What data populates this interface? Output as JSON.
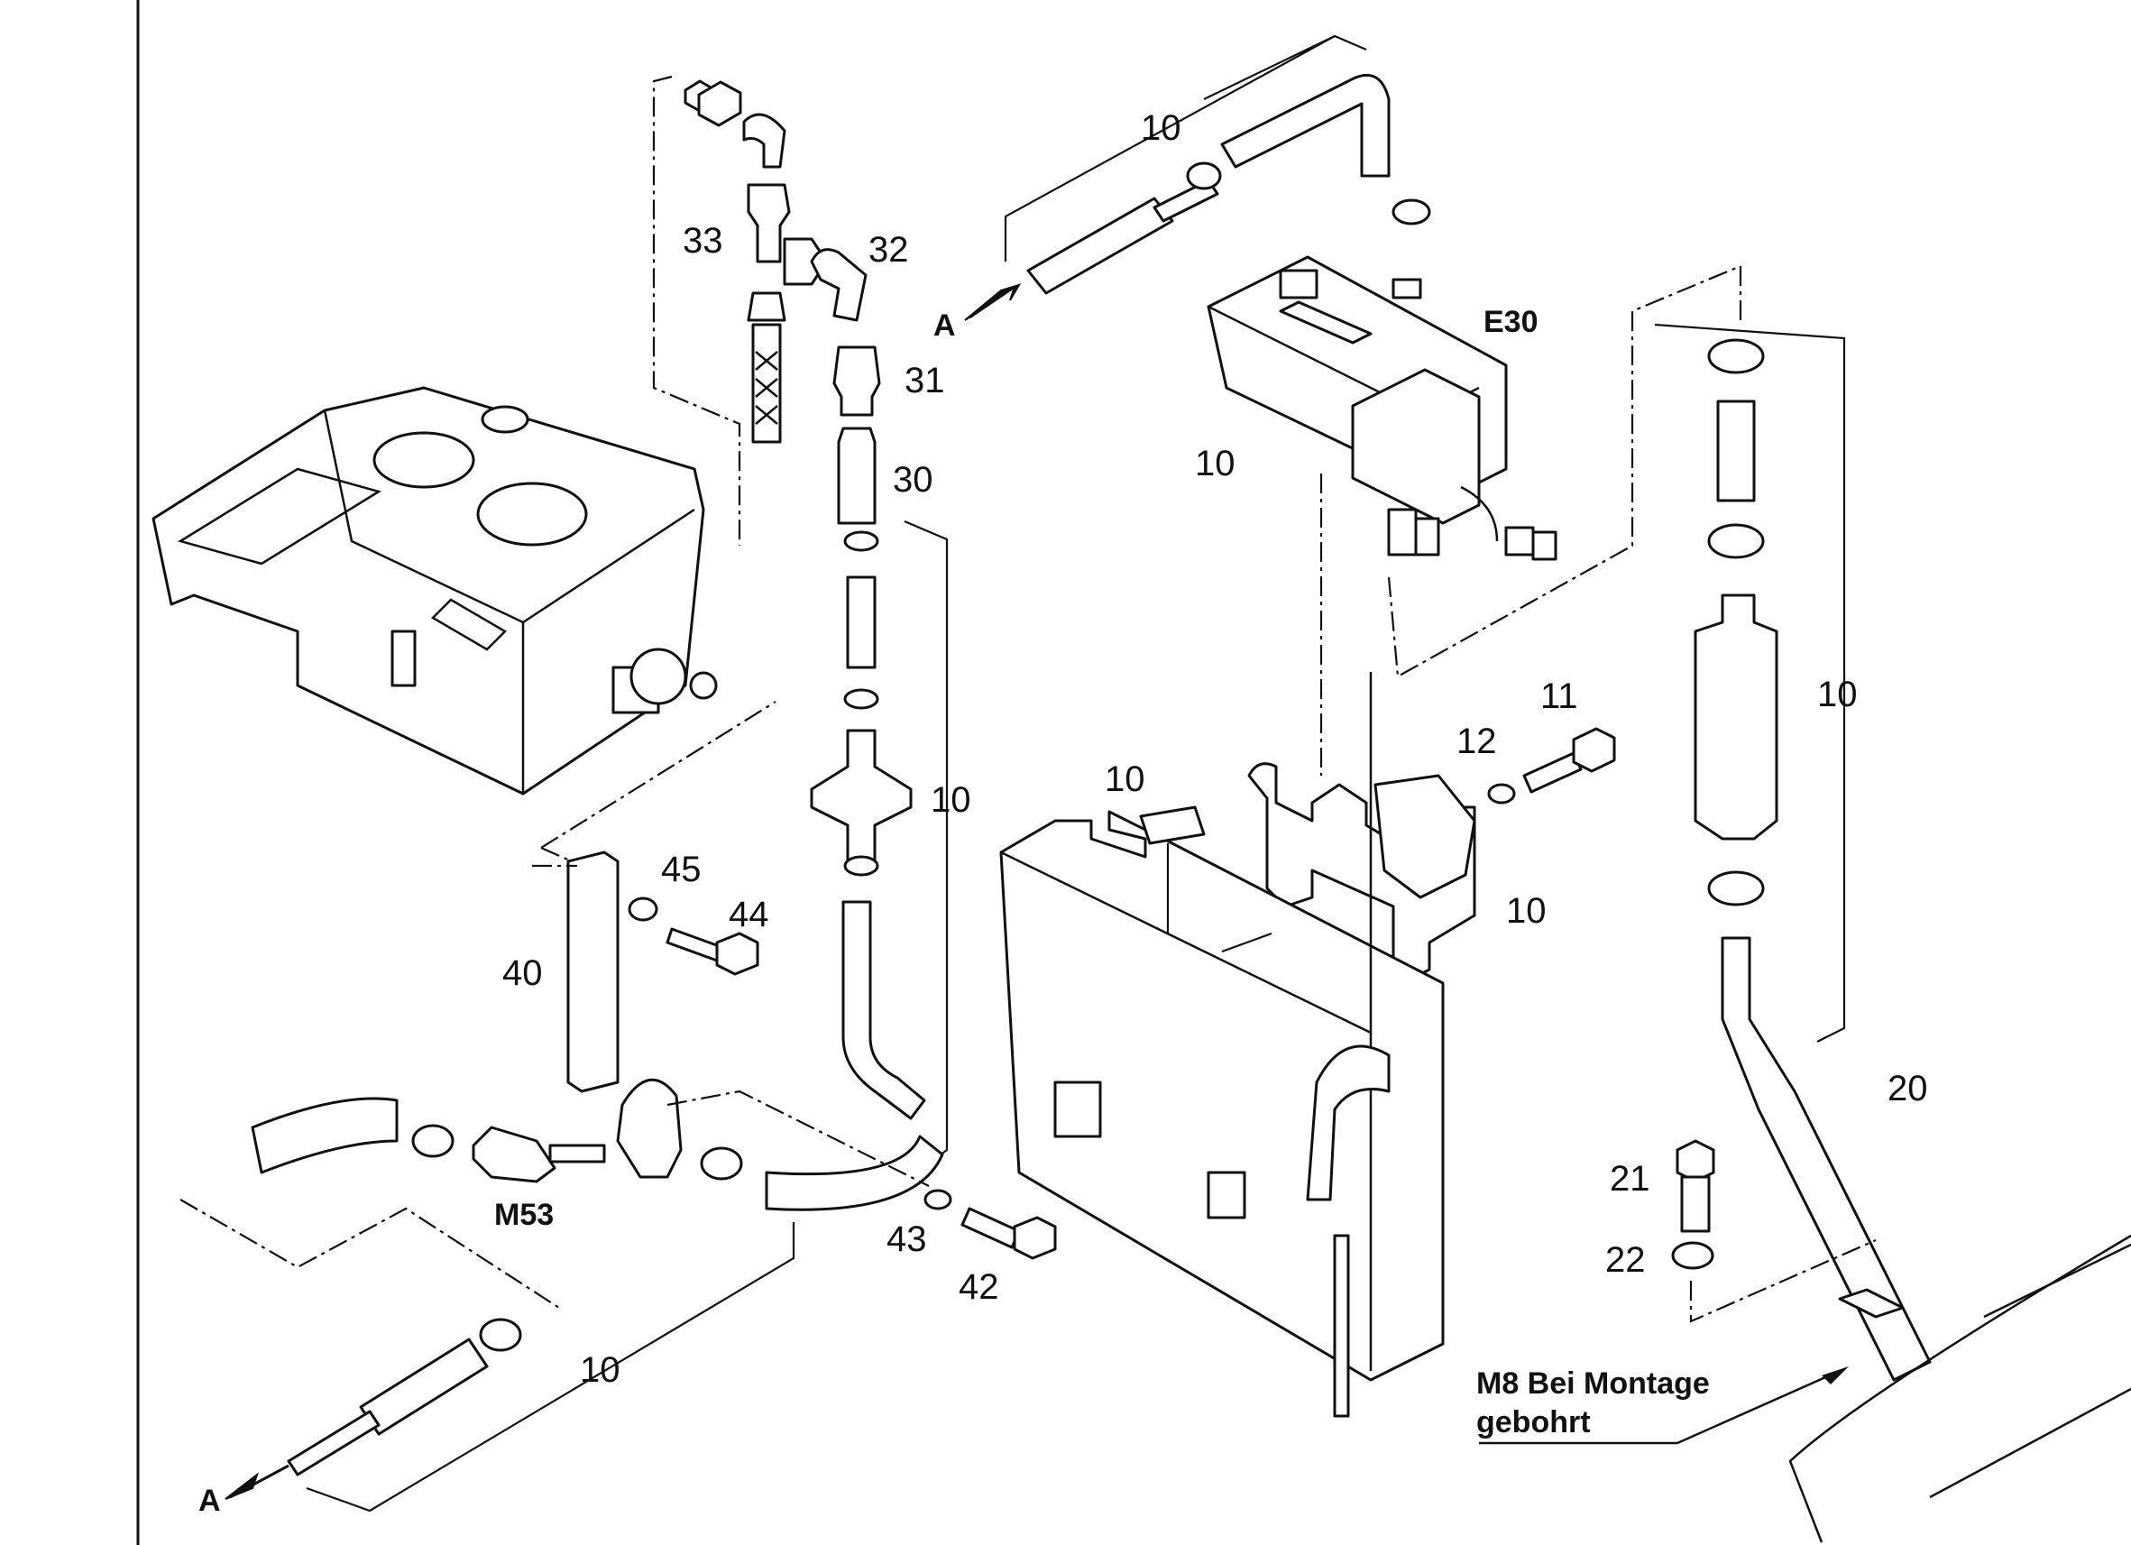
{
  "labels": {
    "p10a": "10",
    "p10b": "10",
    "p10c": "10",
    "p10d": "10",
    "p10e": "10",
    "p10f": "10",
    "p10g": "10",
    "p11": "11",
    "p12": "12",
    "p20": "20",
    "p21": "21",
    "p22": "22",
    "p30": "30",
    "p31": "31",
    "p32": "32",
    "p33": "33",
    "p40": "40",
    "p42": "42",
    "p43": "43",
    "p44": "44",
    "p45": "45",
    "e30": "E30",
    "m53": "M53",
    "arrow_a_top": "A",
    "arrow_a_bottom": "A",
    "note_line1": "M8 Bei Montage",
    "note_line2": "gebohrt"
  }
}
